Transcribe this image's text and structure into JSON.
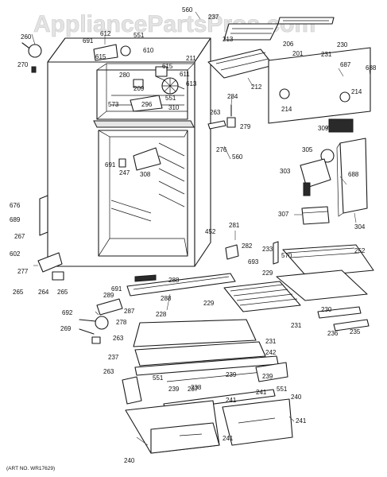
{
  "watermark": "AppliancePartsPros.com",
  "art_number": "(ART NO. WR17629)",
  "callouts": [
    {
      "id": "c560a",
      "text": "560"
    },
    {
      "id": "c237a",
      "text": "237"
    },
    {
      "id": "c213",
      "text": "213"
    },
    {
      "id": "c206",
      "text": "206"
    },
    {
      "id": "c230a",
      "text": "230"
    },
    {
      "id": "c201",
      "text": "201"
    },
    {
      "id": "c231a",
      "text": "231"
    },
    {
      "id": "c260",
      "text": "260"
    },
    {
      "id": "c612",
      "text": "612"
    },
    {
      "id": "c551a",
      "text": "551"
    },
    {
      "id": "c691a",
      "text": "691"
    },
    {
      "id": "c610",
      "text": "610"
    },
    {
      "id": "c615a",
      "text": "615"
    },
    {
      "id": "c211",
      "text": "211"
    },
    {
      "id": "c615b",
      "text": "615"
    },
    {
      "id": "c270",
      "text": "270"
    },
    {
      "id": "c687",
      "text": "687"
    },
    {
      "id": "c688a",
      "text": "688"
    },
    {
      "id": "c280",
      "text": "280"
    },
    {
      "id": "c611",
      "text": "611"
    },
    {
      "id": "c613",
      "text": "613"
    },
    {
      "id": "c209",
      "text": "209"
    },
    {
      "id": "c551b",
      "text": "551"
    },
    {
      "id": "c573",
      "text": "573"
    },
    {
      "id": "c296",
      "text": "296"
    },
    {
      "id": "c310",
      "text": "310"
    },
    {
      "id": "c212",
      "text": "212"
    },
    {
      "id": "c214a",
      "text": "214"
    },
    {
      "id": "c284",
      "text": "284"
    },
    {
      "id": "c214b",
      "text": "214"
    },
    {
      "id": "c263a",
      "text": "263"
    },
    {
      "id": "c279",
      "text": "279"
    },
    {
      "id": "c309",
      "text": "309"
    },
    {
      "id": "c276",
      "text": "276"
    },
    {
      "id": "c560b",
      "text": "560"
    },
    {
      "id": "c305",
      "text": "305"
    },
    {
      "id": "c691b",
      "text": "691"
    },
    {
      "id": "c247",
      "text": "247"
    },
    {
      "id": "c308",
      "text": "308"
    },
    {
      "id": "c303",
      "text": "303"
    },
    {
      "id": "c688b",
      "text": "688"
    },
    {
      "id": "c676",
      "text": "676"
    },
    {
      "id": "c689",
      "text": "689"
    },
    {
      "id": "c265",
      "text": "265"
    },
    {
      "id": "c281",
      "text": "281"
    },
    {
      "id": "c307",
      "text": "307"
    },
    {
      "id": "c304",
      "text": "304"
    },
    {
      "id": "c267",
      "text": "267"
    },
    {
      "id": "c452",
      "text": "452"
    },
    {
      "id": "c233",
      "text": "233"
    },
    {
      "id": "c282",
      "text": "282"
    },
    {
      "id": "c570",
      "text": "570"
    },
    {
      "id": "c252",
      "text": "252"
    },
    {
      "id": "c602",
      "text": "602"
    },
    {
      "id": "c693",
      "text": "693"
    },
    {
      "id": "c277",
      "text": "277"
    },
    {
      "id": "c229a",
      "text": "229"
    },
    {
      "id": "c264",
      "text": "264"
    },
    {
      "id": "c265b",
      "text": "265"
    },
    {
      "id": "c288a",
      "text": "288"
    },
    {
      "id": "c691c",
      "text": "691"
    },
    {
      "id": "c289",
      "text": "289"
    },
    {
      "id": "c288b",
      "text": "288"
    },
    {
      "id": "c229b",
      "text": "229"
    },
    {
      "id": "c287",
      "text": "287"
    },
    {
      "id": "c692",
      "text": "692"
    },
    {
      "id": "c278",
      "text": "278"
    },
    {
      "id": "c228",
      "text": "228"
    },
    {
      "id": "c230b",
      "text": "230"
    },
    {
      "id": "c231b",
      "text": "231"
    },
    {
      "id": "c236",
      "text": "236"
    },
    {
      "id": "c235",
      "text": "235"
    },
    {
      "id": "c269",
      "text": "269"
    },
    {
      "id": "c263b",
      "text": "263"
    },
    {
      "id": "c231c",
      "text": "231"
    },
    {
      "id": "c237b",
      "text": "237"
    },
    {
      "id": "c242",
      "text": "242"
    },
    {
      "id": "c263c",
      "text": "263"
    },
    {
      "id": "c551c",
      "text": "551"
    },
    {
      "id": "c239a",
      "text": "239"
    },
    {
      "id": "c238",
      "text": "238"
    },
    {
      "id": "c239b",
      "text": "239"
    },
    {
      "id": "c239c",
      "text": "239"
    },
    {
      "id": "c237c",
      "text": "237"
    },
    {
      "id": "c241a",
      "text": "241"
    },
    {
      "id": "c241b",
      "text": "241"
    },
    {
      "id": "c551d",
      "text": "551"
    },
    {
      "id": "c240a",
      "text": "240"
    },
    {
      "id": "c241c",
      "text": "241"
    },
    {
      "id": "c241d",
      "text": "241"
    },
    {
      "id": "c240b",
      "text": "240"
    }
  ]
}
